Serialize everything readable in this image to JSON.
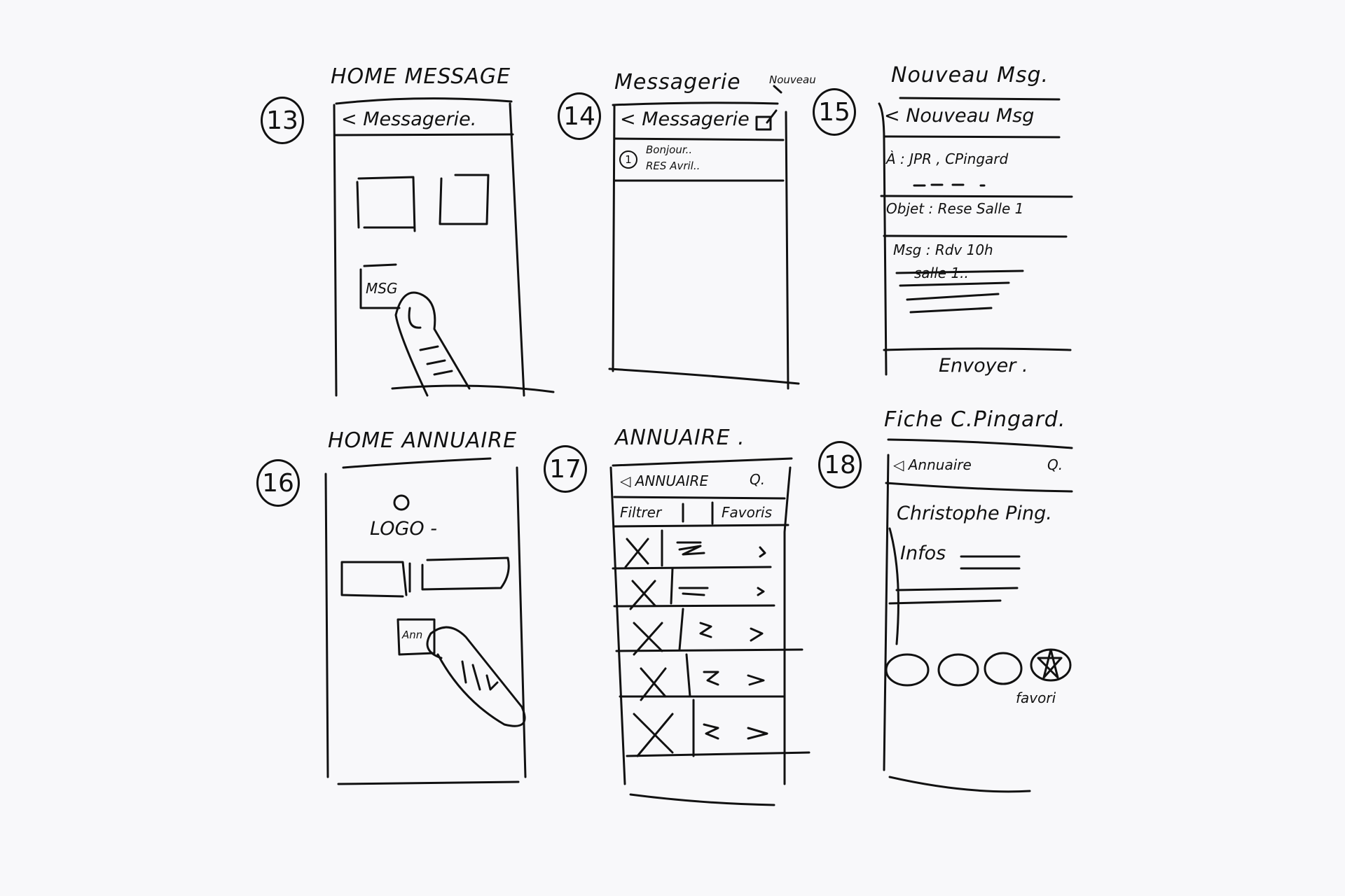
{
  "screens": [
    {
      "number": "13",
      "title": "HOME MESSAGE",
      "header": "< Messagerie.",
      "button": "MSG"
    },
    {
      "number": "14",
      "title": "Messagerie",
      "header": "< Messagerie",
      "annotation": "Nouveau",
      "message_line1": "Bonjour..",
      "message_line2": "RES Avril..",
      "message_badge": "1"
    },
    {
      "number": "15",
      "title": "Nouveau Msg.",
      "header": "< Nouveau Msg",
      "to_field": "À : JPR , CPingard",
      "subject_field": "Objet : Rese Salle 1",
      "message_field": "Msg : Rdv 10h",
      "message_line2": "salle 1..",
      "send_button": "Envoyer ."
    },
    {
      "number": "16",
      "title": "HOME ANNUAIRE",
      "logo": "LOGO -",
      "button": "Ann"
    },
    {
      "number": "17",
      "title": "ANNUAIRE .",
      "header": "◁ ANNUAIRE",
      "search": "Q.",
      "tab_filter": "Filtrer",
      "tab_favorites": "Favoris"
    },
    {
      "number": "18",
      "title": "Fiche C.Pingard.",
      "header": "◁ Annuaire",
      "search": "Q.",
      "name": "Christophe Ping.",
      "infos": "Infos",
      "favorite_label": "favori"
    }
  ]
}
